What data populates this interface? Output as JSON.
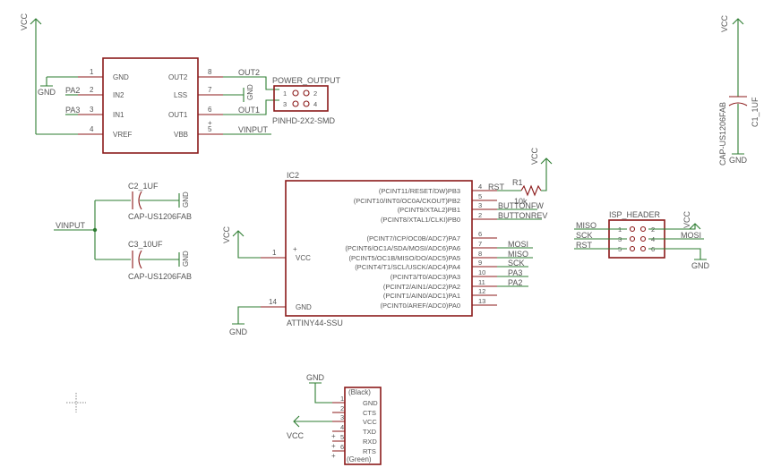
{
  "supplies": {
    "vcc": "VCC",
    "gnd": "GND"
  },
  "regulator": {
    "left_pins": [
      {
        "num": "1",
        "name": "GND"
      },
      {
        "num": "2",
        "name": "IN2"
      },
      {
        "num": "3",
        "name": "IN1"
      },
      {
        "num": "4",
        "name": "VREF"
      }
    ],
    "right_pins": [
      {
        "num": "8",
        "name": "OUT2"
      },
      {
        "num": "7",
        "name": "LSS"
      },
      {
        "num": "6",
        "name": "OUT1"
      },
      {
        "num": "5",
        "name": "VBB"
      }
    ],
    "right_pin5_mark": "+",
    "left_nets": {
      "in2": "PA2",
      "in1": "PA3"
    },
    "right_nets": {
      "out2": "OUT2",
      "out1": "OUT1",
      "vbb": "VINPUT"
    }
  },
  "power_output": {
    "name": "POWER_OUTPUT",
    "value": "PINHD-2X2-SMD",
    "pins": [
      "1",
      "2",
      "3",
      "4"
    ]
  },
  "c1": {
    "name": "C1_1UF",
    "value": "CAP-US1206FAB"
  },
  "c2": {
    "name": "C2_1UF",
    "value": "CAP-US1206FAB"
  },
  "c3": {
    "name": "C3_10UF",
    "value": "CAP-US1206FAB"
  },
  "vinput_net": "VINPUT",
  "mcu": {
    "name": "IC2",
    "value": "ATTINY44-SSU",
    "vcc_pin": {
      "num": "1",
      "name": "VCC",
      "mark": "+"
    },
    "gnd_pin": {
      "num": "14",
      "name": "GND"
    },
    "pins": [
      {
        "num": "4",
        "name": "(PCINT11/RESET/DW)PB3",
        "net": "RST"
      },
      {
        "num": "5",
        "name": "(PCINT10/INT0/OC0A/CKOUT)PB2",
        "net": ""
      },
      {
        "num": "3",
        "name": "(PCINT9/XTAL2)PB1",
        "net": "BUTTONFW"
      },
      {
        "num": "2",
        "name": "(PCINT8/XTAL1/CLKI)PB0",
        "net": "BUTTONREV"
      },
      {
        "num": "6",
        "name": "(PCINT7/ICP/OC0B/ADC7)PA7",
        "net": ""
      },
      {
        "num": "7",
        "name": "(PCINT6/OC1A/SDA/MOSI/ADC6)PA6",
        "net": "MOSI"
      },
      {
        "num": "8",
        "name": "(PCINT5/OC1B/MISO/DO/ADC5)PA5",
        "net": "MISO"
      },
      {
        "num": "9",
        "name": "(PCINT4/T1/SCL/USCK/ADC4)PA4",
        "net": "SCK"
      },
      {
        "num": "10",
        "name": "(PCINT3/T0/ADC3)PA3",
        "net": "PA3"
      },
      {
        "num": "11",
        "name": "(PCINT2/AIN1/ADC2)PA2",
        "net": "PA2"
      },
      {
        "num": "12",
        "name": "(PCINT1/AIN0/ADC1)PA1",
        "net": ""
      },
      {
        "num": "13",
        "name": "(PCINT0/AREF/ADC0)PA0",
        "net": ""
      }
    ]
  },
  "r1": {
    "name": "R1",
    "value": "10k"
  },
  "isp": {
    "name": "ISP_HEADER",
    "pins": [
      "1",
      "2",
      "3",
      "4",
      "5",
      "6"
    ],
    "left_nets": [
      "MISO",
      "SCK",
      "RST"
    ],
    "right_net": "MOSI"
  },
  "ftdi": {
    "pins": [
      {
        "num": "1",
        "name": "GND"
      },
      {
        "num": "2",
        "name": "CTS"
      },
      {
        "num": "3",
        "name": "VCC"
      },
      {
        "num": "4",
        "name": "TXD"
      },
      {
        "num": "5",
        "name": "RXD"
      },
      {
        "num": "6",
        "name": "RTS"
      }
    ],
    "top_label": "(Black)",
    "bottom_label": "(Green)"
  }
}
